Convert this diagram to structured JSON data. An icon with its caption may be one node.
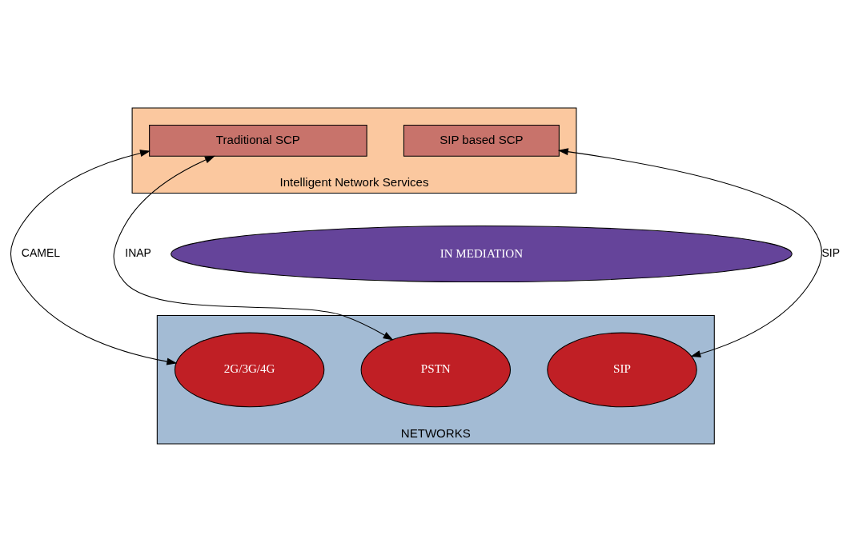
{
  "diagram": {
    "nodes": [
      {
        "text": [
          "Intelligent Network Services"
        ]
      },
      {
        "text": [
          "Traditional SCP"
        ],
        "in": 0
      },
      {
        "text": [
          "SIP based SCP"
        ],
        "in": 0
      },
      {
        "text": [
          "IN MEDIATION"
        ]
      },
      {
        "text": [
          "NETWORKS"
        ]
      },
      {
        "text": [
          "2G/3G/4G"
        ],
        "in": 4
      },
      {
        "text": [
          "PSTN"
        ],
        "in": 4
      },
      {
        "text": [
          "SIP"
        ],
        "in": 4
      }
    ],
    "edges": [
      {
        "from": 1,
        "to": 5,
        "arrow": "both",
        "label": "CAMEL"
      },
      {
        "from": 1,
        "to": 6,
        "arrow": "both",
        "label": "INAP"
      },
      {
        "from": 2,
        "to": 7,
        "arrow": "both",
        "label": "SIP"
      }
    ]
  }
}
